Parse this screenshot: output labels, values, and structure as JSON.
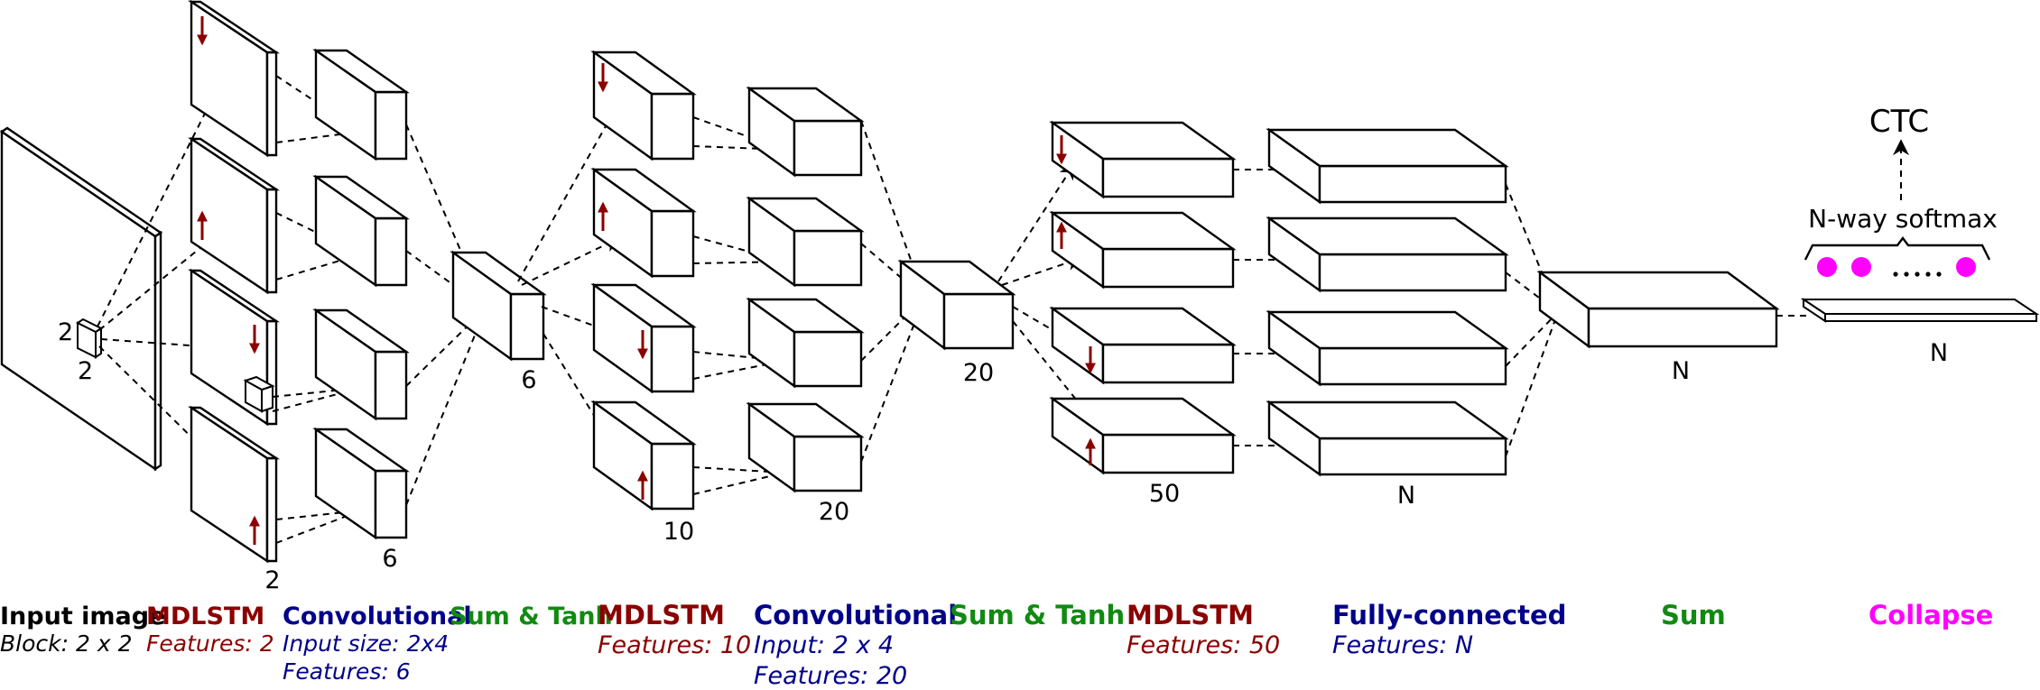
{
  "colors": {
    "mdlstm": "#8b0000",
    "convolutional": "#00008b",
    "sum": "#118a11",
    "collapse": "#ff00ff",
    "input": "#000000"
  },
  "diagram": {
    "input_block_w": "2",
    "input_block_h": "2",
    "l1_mdlstm_features": "2",
    "l1_conv_features": "6",
    "l1_sum_features": "6",
    "l2_mdlstm_features": "10",
    "l2_conv_features": "20",
    "l2_sum_features": "20",
    "l3_mdlstm_features": "50",
    "fc_features": "N",
    "sum_features": "N",
    "collapse_features": "N",
    "softmax_label": "N-way softmax",
    "ctc_label": "CTC"
  },
  "legend": [
    {
      "title": "Input image",
      "sub1": "Block: 2 x 2",
      "sub2": "",
      "color_key": "input"
    },
    {
      "title": "MDLSTM",
      "sub1": "Features: 2",
      "sub2": "",
      "color_key": "mdlstm"
    },
    {
      "title": "Convolutional",
      "sub1": "Input size: 2x4",
      "sub2": "Features: 6",
      "color_key": "convolutional"
    },
    {
      "title": "Sum & Tanh",
      "sub1": "",
      "sub2": "",
      "color_key": "sum"
    },
    {
      "title": "MDLSTM",
      "sub1": "Features: 10",
      "sub2": "",
      "color_key": "mdlstm"
    },
    {
      "title": "Convolutional",
      "sub1": "Input: 2 x 4",
      "sub2": "Features: 20",
      "color_key": "convolutional"
    },
    {
      "title": "Sum & Tanh",
      "sub1": "",
      "sub2": "",
      "color_key": "sum"
    },
    {
      "title": "MDLSTM",
      "sub1": "Features: 50",
      "sub2": "",
      "color_key": "mdlstm"
    },
    {
      "title": "Fully-connected",
      "sub1": "Features: N",
      "sub2": "",
      "color_key": "convolutional"
    },
    {
      "title": "Sum",
      "sub1": "",
      "sub2": "",
      "color_key": "sum"
    },
    {
      "title": "Collapse",
      "sub1": "",
      "sub2": "",
      "color_key": "collapse"
    }
  ]
}
